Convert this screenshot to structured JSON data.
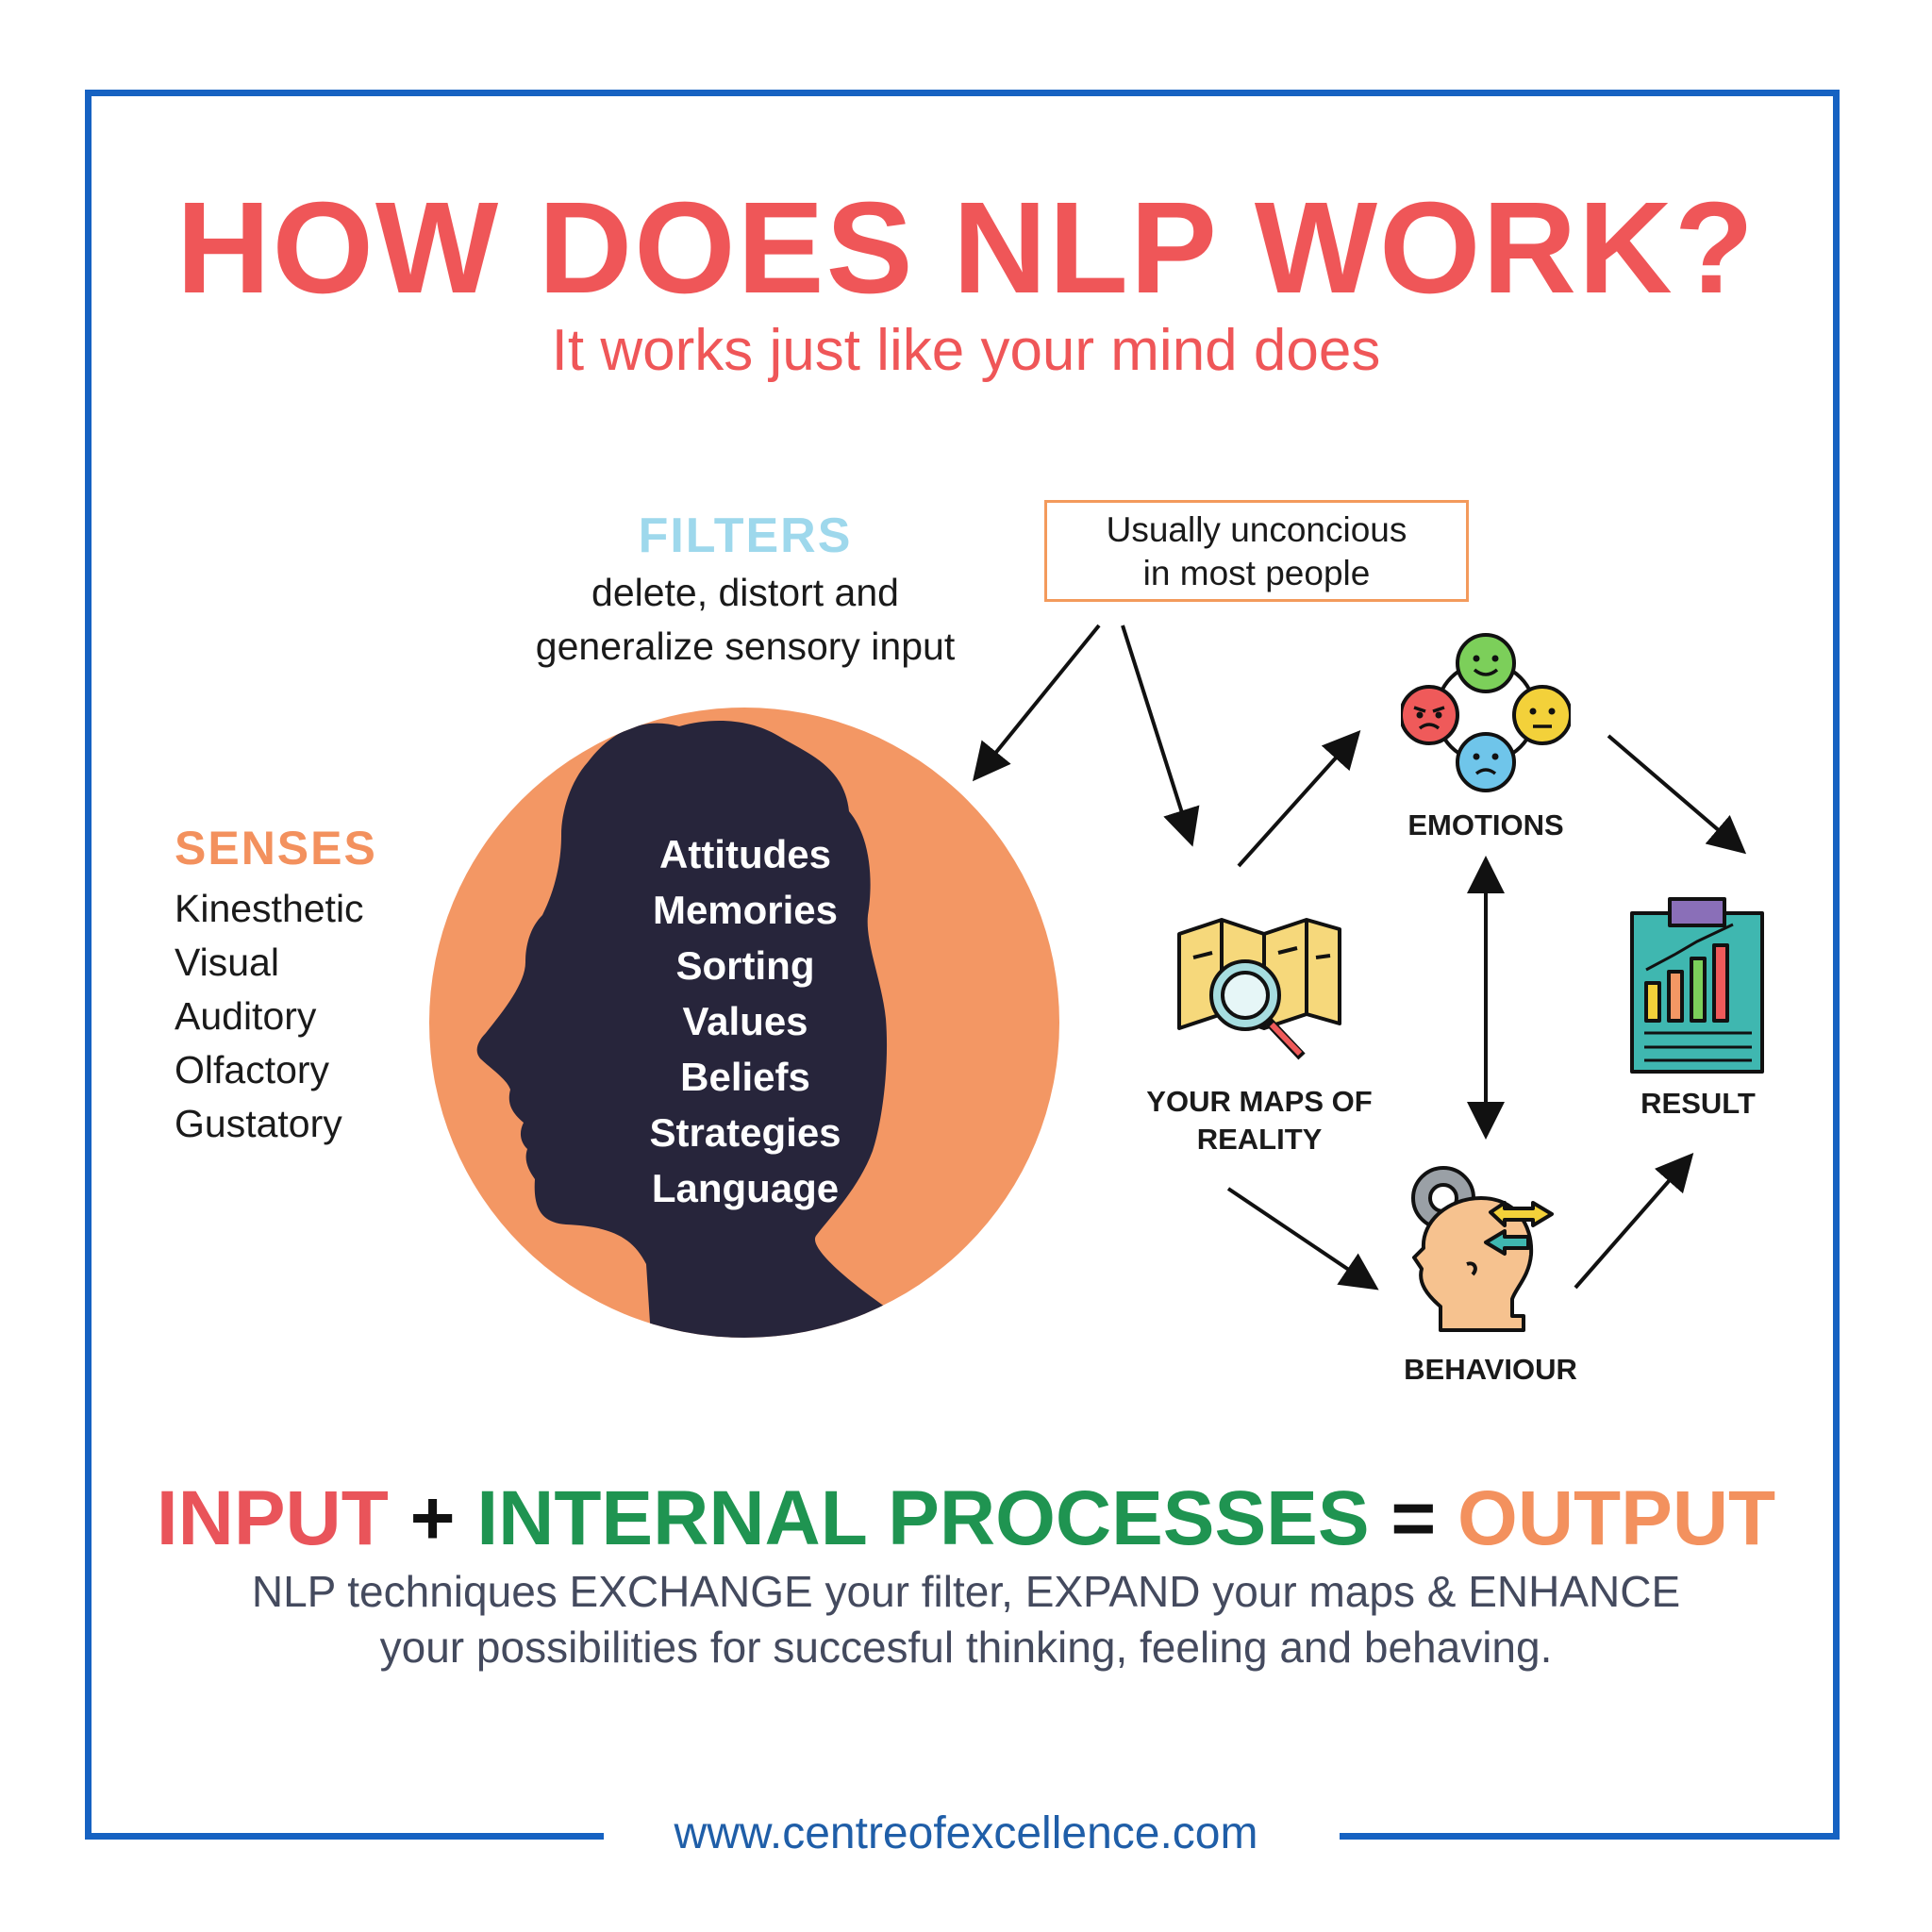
{
  "title": "HOW DOES NLP WORK?",
  "subtitle": "It works just like your mind does",
  "filters": {
    "heading": "FILTERS",
    "line1": "delete, distort and",
    "line2": "generalize sensory input"
  },
  "note": {
    "line1": "Usually unconcious",
    "line2": "in most people"
  },
  "senses": {
    "heading": "SENSES",
    "items": [
      "Kinesthetic",
      "Visual",
      "Auditory",
      "Olfactory",
      "Gustatory"
    ]
  },
  "internal_processes": [
    "Attitudes",
    "Memories",
    "Sorting",
    "Values",
    "Beliefs",
    "Strategies",
    "Language"
  ],
  "nodes": {
    "maps_line1": "YOUR MAPS OF",
    "maps_line2": "REALITY",
    "emotions": "EMOTIONS",
    "behaviour": "BEHAVIOUR",
    "result": "RESULT"
  },
  "equation": {
    "input": "INPUT",
    "plus": "+",
    "internal": "INTERNAL PROCESSES",
    "equals": "=",
    "output": "OUTPUT"
  },
  "tagline": {
    "line1": "NLP techniques EXCHANGE your filter, EXPAND your maps & ENHANCE",
    "line2": "your possibilities for succesful thinking, feeling and behaving."
  },
  "footer_url": "www.centreofexcellence.com",
  "icons": {
    "head": "head-silhouette-icon",
    "maps": "map-magnifier-icon",
    "emotions": "emotion-faces-icon",
    "behaviour": "head-gear-icon",
    "result": "clipboard-chart-icon"
  },
  "colors": {
    "frame": "#1662c2",
    "title": "#ef5658",
    "filters": "#9ed8ec",
    "senses": "#f3915e",
    "circle": "#f39764",
    "silhouette": "#27253b",
    "note_border": "#f39a5c",
    "input": "#e9545a",
    "internal": "#1f9451",
    "output": "#f3915e"
  }
}
